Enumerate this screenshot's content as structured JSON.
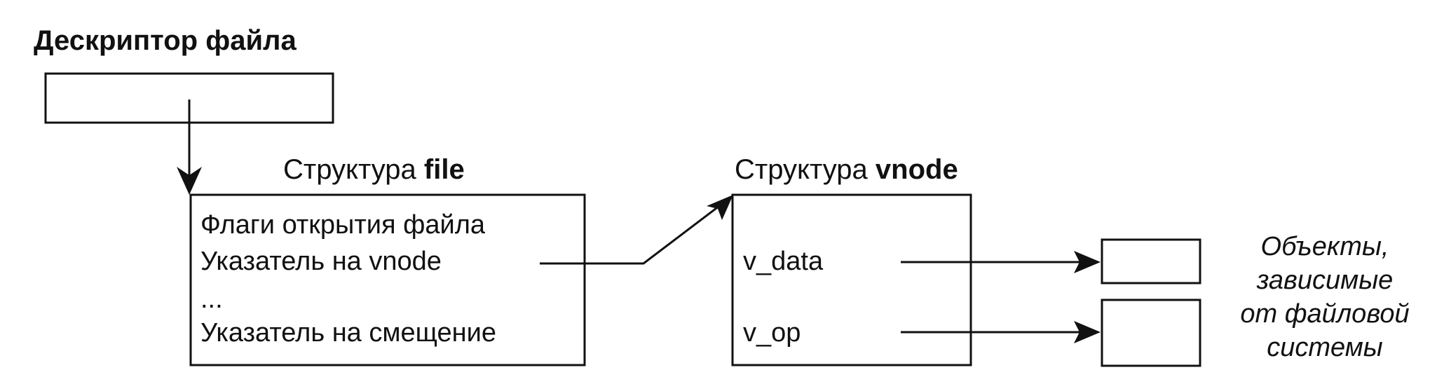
{
  "descriptor": {
    "title": "Дескриптор файла"
  },
  "file_struct": {
    "title_prefix": "Структура ",
    "title_bold": "file",
    "fields": [
      "Флаги открытия файла",
      "Указатель на vnode",
      "...",
      "Указатель на смещение"
    ]
  },
  "vnode_struct": {
    "title_prefix": "Структура ",
    "title_bold": "vnode",
    "fields": [
      "v_data",
      "v_op"
    ]
  },
  "fs_objects": {
    "lines": [
      "Объекты,",
      "зависимые",
      "от файловой",
      "системы"
    ]
  }
}
